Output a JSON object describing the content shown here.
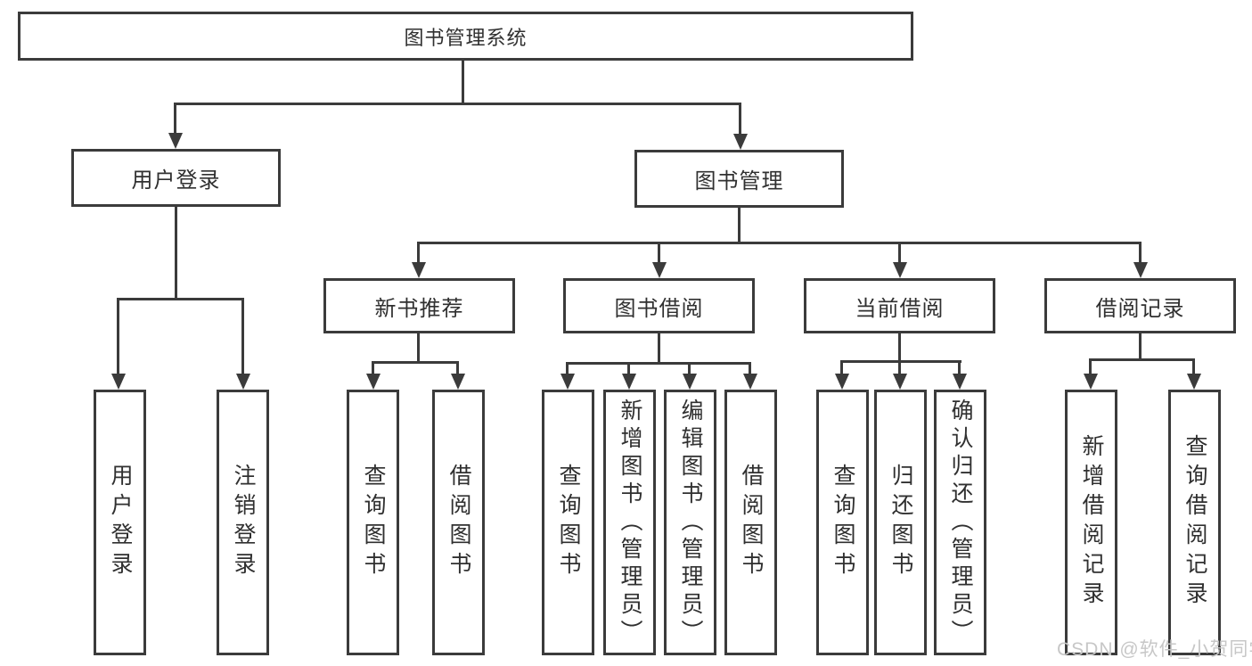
{
  "diagram": {
    "root": {
      "label": "图书管理系统"
    },
    "branches": [
      {
        "label": "用户登录",
        "children": [
          {
            "label": "用户登录"
          },
          {
            "label": "注销登录"
          }
        ]
      },
      {
        "label": "图书管理",
        "children": [
          {
            "label": "新书推荐",
            "children": [
              {
                "label": "查询图书"
              },
              {
                "label": "借阅图书"
              }
            ]
          },
          {
            "label": "图书借阅",
            "children": [
              {
                "label": "查询图书"
              },
              {
                "label": "新增图书（管理员）"
              },
              {
                "label": "编辑图书（管理员）"
              },
              {
                "label": "借阅图书"
              }
            ]
          },
          {
            "label": "当前借阅",
            "children": [
              {
                "label": "查询图书"
              },
              {
                "label": "归还图书"
              },
              {
                "label": "确认归还（管理员）"
              }
            ]
          },
          {
            "label": "借阅记录",
            "children": [
              {
                "label": "新增借阅记录"
              },
              {
                "label": "查询借阅记录"
              }
            ]
          }
        ]
      }
    ]
  },
  "watermark": {
    "text": "CSDN @软件_小贺同学"
  },
  "colors": {
    "line": "#3b3b3b",
    "text": "#303030",
    "watermark": "#c7c7c7",
    "background": "#ffffff"
  }
}
